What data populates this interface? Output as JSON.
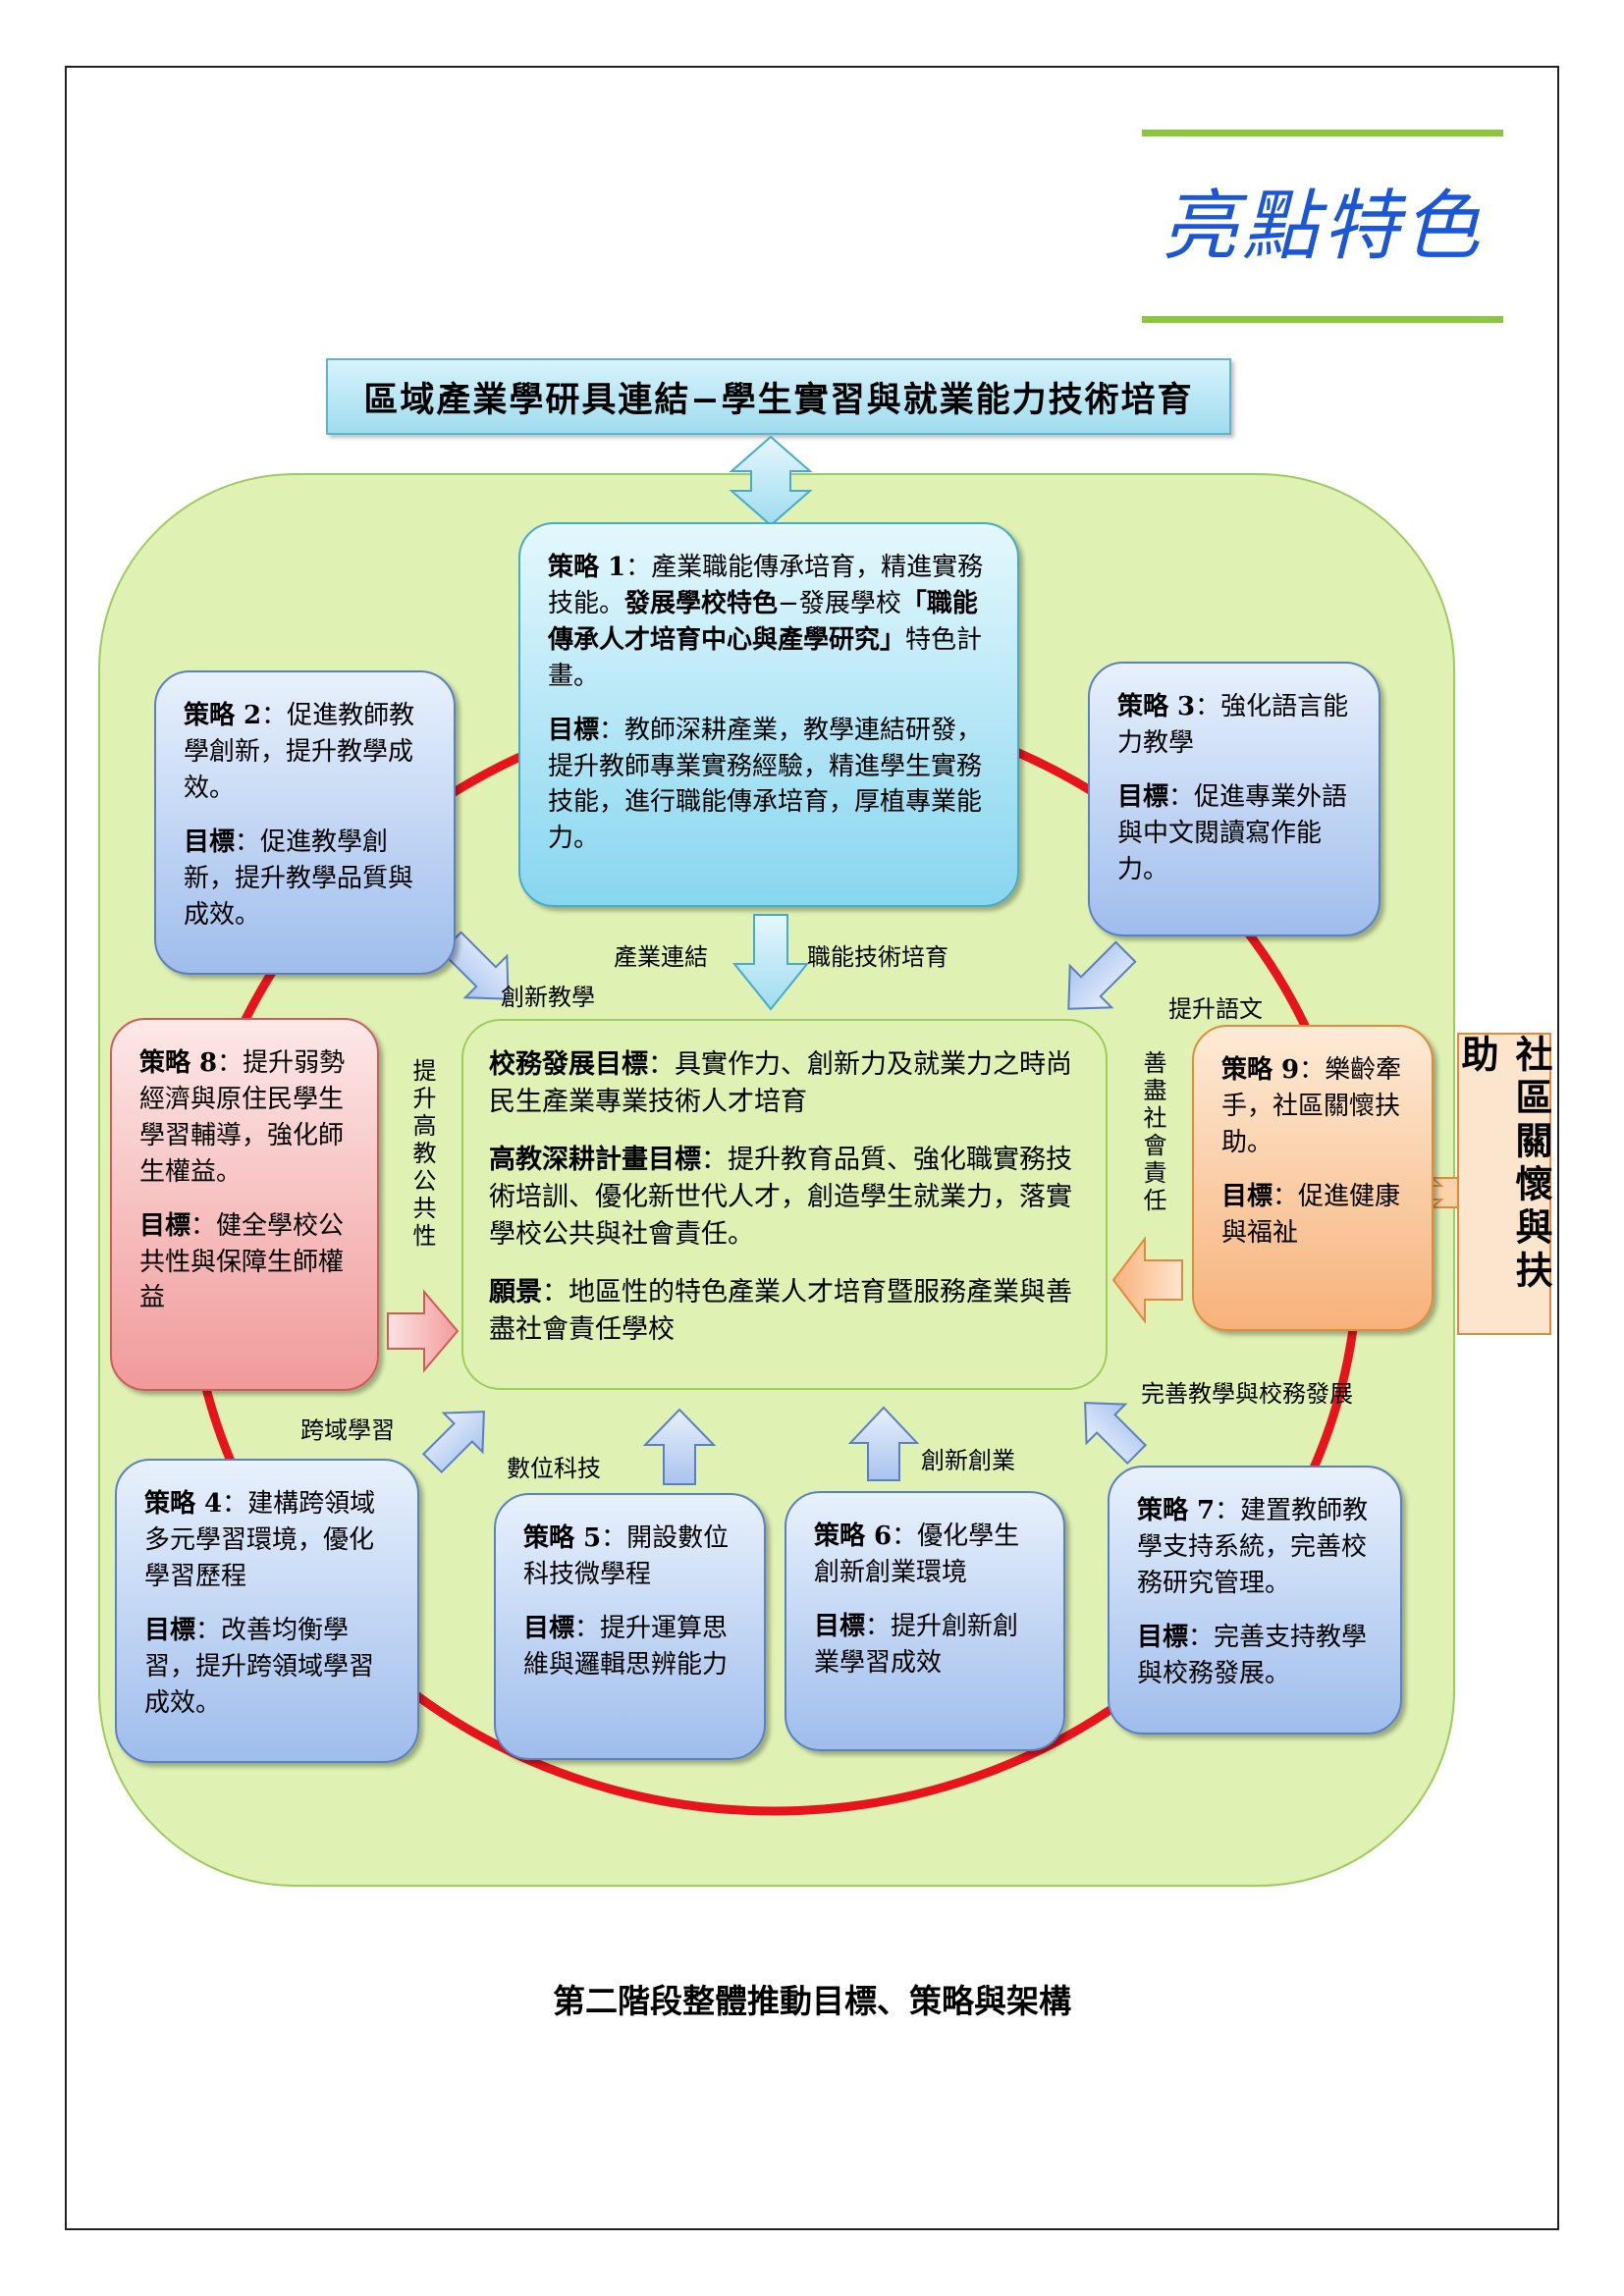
{
  "highlight_title": "亮點特色",
  "top_banner": "區域產業學研具連結−學生實習與就業能力技術培育",
  "side_box": "社區關懷與扶助",
  "caption": "第二階段整體推動目標、策略與架構",
  "s1": {
    "b1": "策略 1",
    "t1": "：產業職能傳承培育，精進實務技能。",
    "b2": "發展學校特色",
    "t2": "−發展學校",
    "b3": "「職能傳承人才培育中心與產學研究」",
    "t3": "特色計畫。",
    "gb": "目標",
    "g": "：教師深耕產業，教學連結研發，提升教師專業實務經驗，精進學生實務技能，進行職能傳承培育，厚植專業能力。"
  },
  "s2": {
    "b": "策略 2",
    "t": "：促進教師教學創新，提升教學成效。",
    "gb": "目標",
    "g": "：促進教學創新，提升教學品質與成效。"
  },
  "s3": {
    "b": "策略 3",
    "t": "：強化語言能力教學",
    "gb": "目標",
    "g": "：促進專業外語與中文閱讀寫作能力。"
  },
  "s4": {
    "b": "策略 4",
    "t": "：建構跨領域多元學習環境，優化學習歷程",
    "gb": "目標",
    "g": "：改善均衡學習，提升跨領域學習成效。"
  },
  "s5": {
    "b": "策略 5",
    "t": "：開設數位科技微學程",
    "gb": "目標",
    "g": "：提升運算思維與邏輯思辨能力"
  },
  "s6": {
    "b": "策略 6",
    "t": "：優化學生創新創業環境",
    "gb": "目標",
    "g": "：提升創新創業學習成效"
  },
  "s7": {
    "b": "策略 7",
    "t": "：建置教師教學支持系統，完善校務研究管理。",
    "gb": "目標",
    "g": "：完善支持教學與校務發展。"
  },
  "s8": {
    "b": "策略 8",
    "t": "：提升弱勢經濟與原住民學生學習輔導，強化師生權益。",
    "gb": "目標",
    "g": "：健全學校公共性與保障生師權益"
  },
  "s9": {
    "b": "策略 9",
    "t": "：樂齡牽手，社區關懷扶助。",
    "gb": "目標",
    "g": "：促進健康與福祉"
  },
  "center": {
    "b1": "校務發展目標",
    "t1": "：具實作力、創新力及就業力之時尚民生產業專業技術人才培育",
    "b2": "高教深耕計畫目標",
    "t2": "：提升教育品質、強化職實務技術培訓、優化新世代人才，創造學生就業力，落實學校公共與社會責任。",
    "b3": "願景",
    "t3": "：地區性的特色產業人才培育暨服務產業與善盡社會責任學校"
  },
  "labels": {
    "industry": "產業連結",
    "skills": "職能技術培育",
    "innovation_teaching": "創新教學",
    "language": "提升語文",
    "public": "提升高教公共性",
    "social": "善盡社會責任",
    "cross": "跨域學習",
    "digital": "數位科技",
    "startup": "創新創業",
    "improve": "完善教學與校務發展"
  },
  "colors": {
    "ring": "#e8141c",
    "green_bg": "#dff2b3",
    "accent_line": "#8cc63f",
    "title_blue": "#1a56d6"
  }
}
